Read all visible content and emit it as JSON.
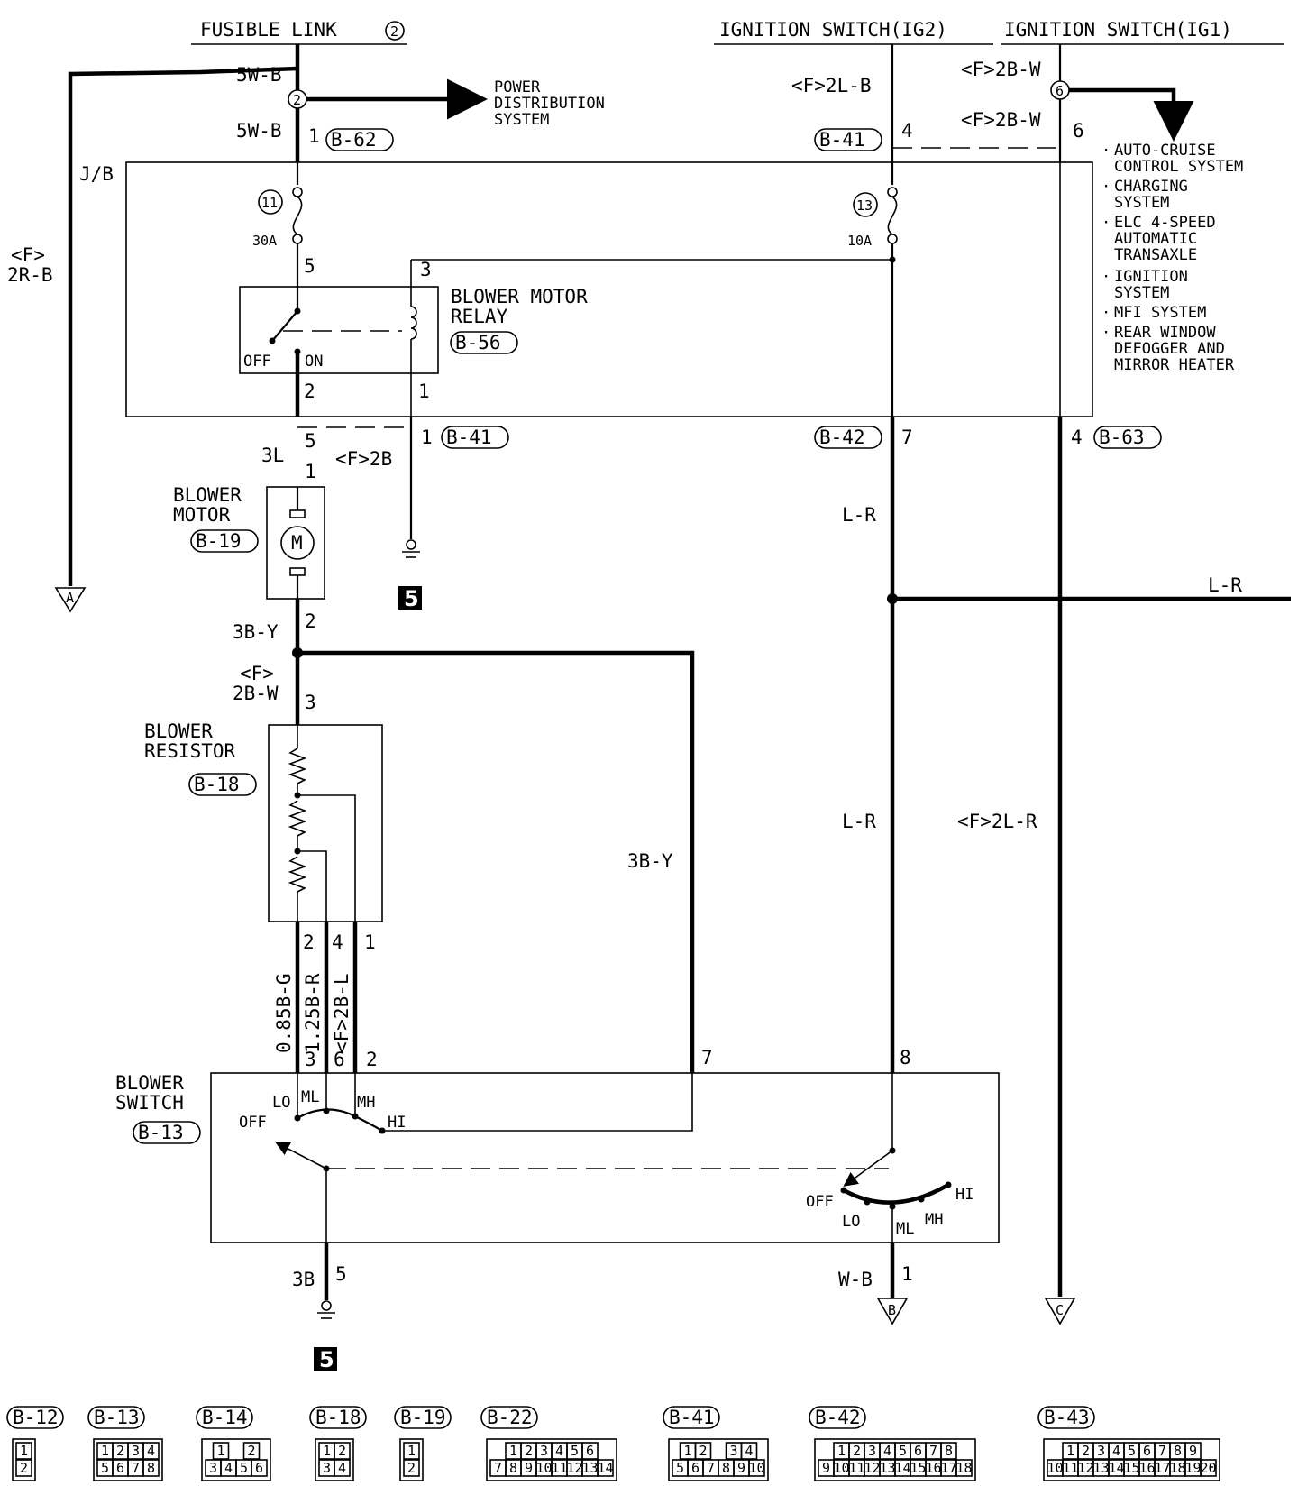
{
  "sources": {
    "fusible_link": "FUSIBLE LINK",
    "fusible_link_num": "2",
    "ig2": "IGNITION SWITCH(IG2)",
    "ig1": "IGNITION SWITCH(IG1)"
  },
  "wires": {
    "w_5wb_top": "5W-B",
    "w_5wb_bot": "5W-B",
    "w_f2rb_1": "<F>",
    "w_f2rb_2": "2R-B",
    "w_f2lb": "<F>2L-B",
    "w_f2bw_top": "<F>2B-W",
    "w_f2bw_bot": "<F>2B-W",
    "w_3l": "3L",
    "w_f2b": "<F>2B",
    "w_lr_1": "L-R",
    "w_lr_2": "L-R",
    "w_lr_3": "L-R",
    "w_3by_1": "3B-Y",
    "w_3by_2": "3B-Y",
    "w_f2bw_mid_1": "<F>",
    "w_f2bw_mid_2": "2B-W",
    "w_f2lr": "<F>2L-R",
    "w_085bg": "0.85B-G",
    "w_125br": "1.25B-R",
    "w_f2bl": "<F>2B-L",
    "w_3b": "3B",
    "w_wb": "W-B"
  },
  "components": {
    "jb": "J/B",
    "power_dist_1": "POWER",
    "power_dist_2": "DISTRIBUTION",
    "power_dist_3": "SYSTEM",
    "fuse11": "11",
    "fuse11_rating": "30A",
    "fuse13": "13",
    "fuse13_rating": "10A",
    "relay_1": "BLOWER MOTOR",
    "relay_2": "RELAY",
    "relay_conn": "B-56",
    "relay_off": "OFF",
    "relay_on": "ON",
    "motor_1": "BLOWER",
    "motor_2": "MOTOR",
    "motor_conn": "B-19",
    "motor_symbol": "M",
    "resistor_1": "BLOWER",
    "resistor_2": "RESISTOR",
    "resistor_conn": "B-18",
    "switch_1": "BLOWER",
    "switch_2": "SWITCH",
    "switch_conn": "B-13",
    "sw_off": "OFF",
    "sw_lo": "LO",
    "sw_ml": "ML",
    "sw_mh": "MH",
    "sw_hi": "HI",
    "sw2_off": "OFF",
    "sw2_lo": "LO",
    "sw2_ml": "ML",
    "sw2_mh": "MH",
    "sw2_hi": "HI",
    "ground_num_1": "5",
    "ground_num_2": "5"
  },
  "connectors": {
    "c_b62": "B-62",
    "c_b41_top": "B-41",
    "c_b41_mid": "B-41",
    "c_b42": "B-42",
    "c_b63": "B-63"
  },
  "pins": {
    "p_fl2": "2",
    "p_b62_1": "1",
    "p_relay_5": "5",
    "p_relay_3": "3",
    "p_relay_2": "2",
    "p_relay_1": "1",
    "p_b41_5": "5",
    "p_b41_1": "1",
    "p_motor_1": "1",
    "p_motor_2": "2",
    "p_res_3": "3",
    "p_res_2": "2",
    "p_res_4": "4",
    "p_res_1": "1",
    "p_sw_3": "3",
    "p_sw_6": "6",
    "p_sw_2": "2",
    "p_sw_7": "7",
    "p_sw_8": "8",
    "p_sw_5": "5",
    "p_sw_1": "1",
    "p_ig2_4": "4",
    "p_ig1_6": "6",
    "p_ig1_6b": "6",
    "p_b42_7": "7",
    "p_b63_4": "4"
  },
  "systems": [
    "AUTO-CRUISE",
    "CONTROL SYSTEM",
    "CHARGING",
    "SYSTEM",
    "ELC 4-SPEED",
    "AUTOMATIC",
    "TRANSAXLE",
    "IGNITION",
    "SYSTEM",
    "MFI SYSTEM",
    "REAR WINDOW",
    "DEFOGGER AND",
    "MIRROR HEATER"
  ],
  "terminals": {
    "a": "A",
    "b": "B",
    "c": "C"
  },
  "connector_legend": [
    {
      "id": "B-12",
      "rows": [
        [
          "1"
        ],
        [
          "2"
        ]
      ]
    },
    {
      "id": "B-13",
      "rows": [
        [
          "1",
          "2",
          "3",
          "4"
        ],
        [
          "5",
          "6",
          "7",
          "8"
        ]
      ]
    },
    {
      "id": "B-14",
      "rows": [
        [
          "1",
          "",
          "2"
        ],
        [
          "3",
          "4",
          "5",
          "6"
        ]
      ]
    },
    {
      "id": "B-18",
      "rows": [
        [
          "1",
          "2"
        ],
        [
          "3",
          "4"
        ]
      ]
    },
    {
      "id": "B-19",
      "rows": [
        [
          "1"
        ],
        [
          "2"
        ]
      ]
    },
    {
      "id": "B-22",
      "rows": [
        [
          "1",
          "2",
          "3",
          "4",
          "5",
          "6"
        ],
        [
          "7",
          "8",
          "9",
          "10",
          "11",
          "12",
          "13",
          "14"
        ]
      ]
    },
    {
      "id": "B-41",
      "rows": [
        [
          "1",
          "2",
          "",
          "3",
          "4"
        ],
        [
          "5",
          "6",
          "7",
          "8",
          "9",
          "10"
        ]
      ]
    },
    {
      "id": "B-42",
      "rows": [
        [
          "1",
          "2",
          "3",
          "4",
          "5",
          "6",
          "7",
          "8"
        ],
        [
          "9",
          "10",
          "11",
          "12",
          "13",
          "14",
          "15",
          "16",
          "17",
          "18"
        ]
      ]
    },
    {
      "id": "B-43",
      "rows": [
        [
          "1",
          "2",
          "3",
          "4",
          "5",
          "6",
          "7",
          "8",
          "9"
        ],
        [
          "10",
          "11",
          "12",
          "13",
          "14",
          "15",
          "16",
          "17",
          "18",
          "19",
          "20"
        ]
      ]
    }
  ]
}
